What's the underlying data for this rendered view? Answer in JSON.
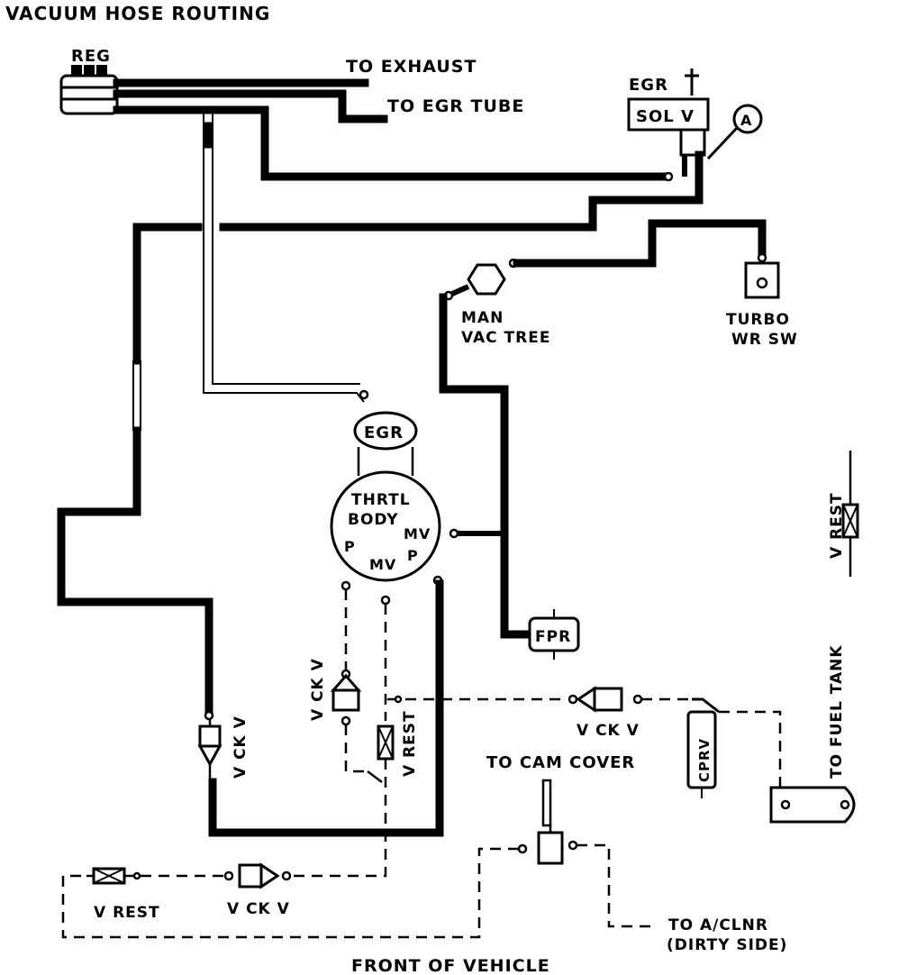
{
  "title": "VACUUM HOSE ROUTING",
  "labels": {
    "reg": "REG",
    "to_exhaust": "TO EXHAUST",
    "to_egr_tube": "TO EGR TUBE",
    "egr_top": "EGR",
    "sol_v": "SOL V",
    "circle_a": "A",
    "man": "MAN",
    "vac_tree": "VAC TREE",
    "turbo": "TURBO",
    "wr_sw": "WR SW",
    "egr_valve": "EGR",
    "thrtl": "THRTL",
    "body": "BODY",
    "mv_right": "MV",
    "p_left": "P",
    "mv_bottom": "MV",
    "p_right": "P",
    "fpr": "FPR",
    "vckv_left": "V CK V",
    "vckv_center": "V CK V",
    "vrest_center": "V REST",
    "vckv_right": "V CK V",
    "cprv": "CPRV",
    "to_cam_cover": "TO CAM COVER",
    "v_rest_right": "V REST",
    "to_fuel_tank": "TO FUEL TANK",
    "v_rest_bottom": "V REST",
    "vckv_bottom": "V CK V",
    "to_a_clnr": "TO A/CLNR",
    "dirty_side": "(DIRTY SIDE)",
    "front_of_vehicle": "FRONT OF VEHICLE"
  }
}
